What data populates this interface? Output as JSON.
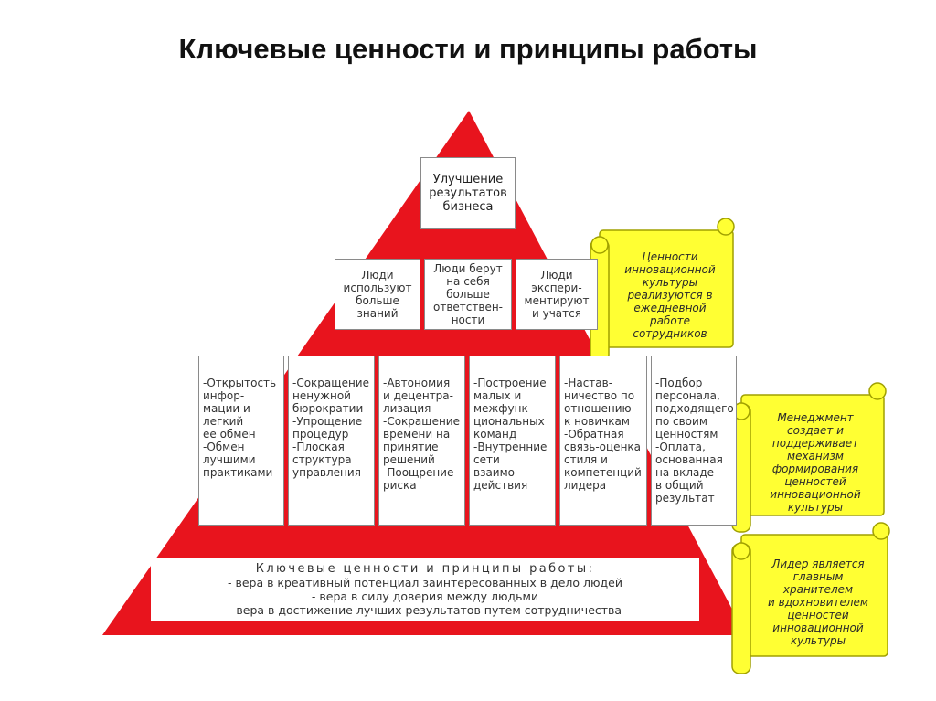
{
  "title": "Ключевые ценности и принципы работы",
  "colors": {
    "pyramid_red": "#e8141d",
    "scroll_yellow": "#ffff33",
    "scroll_border": "#a0a000",
    "box_border": "#8a8a8a"
  },
  "apex": {
    "text": "Улучшение\nрезультатов\nбизнеса"
  },
  "tier2": [
    {
      "text": "Люди\nиспользуют\nбольше\nзнаний"
    },
    {
      "text": "Люди берут\nна себя\nбольше\nответствен-\nности"
    },
    {
      "text": "Люди\nэкспери-\nментируют\nи учатся"
    }
  ],
  "tier3": [
    {
      "text": "-Открытость\nинфор-\nмации и\nлегкий\nее обмен\n-Обмен\nлучшими\nпрактиками"
    },
    {
      "text": "-Сокращение\nненужной\nбюрократии\n-Упрощение\nпроцедур\n-Плоская\nструктура\nуправления"
    },
    {
      "text": "-Автономия\nи децентра-\nлизация\n-Сокращение\nвремени на\nпринятие\nрешений\n-Поощрение\nриска"
    },
    {
      "text": "-Построение\nмалых и\nмежфунк-\nциональных\nкоманд\n-Внутренние\nсети\nвзаимо-\nдействия"
    },
    {
      "text": "-Настав-\nничество по\nотношению\nк новичкам\n-Обратная\nсвязь-оценка\nстиля и\nкомпетенций\nлидера"
    },
    {
      "text": "-Подбор\nперсонала,\nподходящего\nпо своим\nценностям\n-Оплата,\nоснованная\nна вкладе\nв общий\nрезультат"
    }
  ],
  "base": {
    "heading": "Ключевые ценности и принципы работы:",
    "items": [
      "- вера в креативный потенциал заинтересованных в дело людей",
      "- вера в силу доверия между людьми",
      "- вера в достижение лучших результатов путем сотрудничества"
    ]
  },
  "scrolls": [
    {
      "text": "Ценности\nинновационной\nкультуры\nреализуются в\nежедневной\nработе\nсотрудников"
    },
    {
      "text": "Менеджмент\nсоздает и\nподдерживает\nмеханизм\nформирования\nценностей\nинновационной\nкультуры"
    },
    {
      "text": "Лидер является\nглавным\nхранителем\nи вдохновителем\nценностей\nинновационной\nкультуры"
    }
  ]
}
